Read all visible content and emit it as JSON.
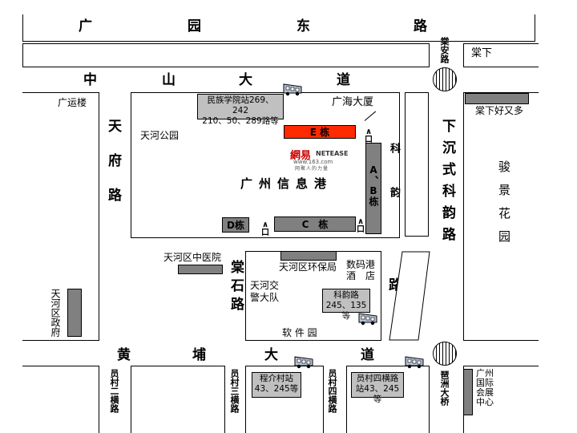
{
  "roads": {
    "guangyuan_east": [
      "广",
      "园",
      "东",
      "路"
    ],
    "zhongshan": [
      "中",
      "山",
      "大",
      "道"
    ],
    "huangpu": [
      "黄",
      "埔",
      "大",
      "道"
    ],
    "tianfu": "天府路",
    "changshi": "棠石路",
    "keyun_north": "科韵",
    "keyun_south": "路",
    "xiachen": "下沉式科韵路",
    "changan": "棠安路",
    "yuancun2": "员村二横路",
    "yuancun3": "员村三横路",
    "yuancun4": "员村四横路",
    "zhouzhou": "琶洲大桥"
  },
  "places": {
    "changxia": "棠下",
    "guangyun": "广运楼",
    "guanghai": "广海大厦",
    "tianhe_park": "天河公园",
    "changxia_haoyouduo": "棠下好又多",
    "junjing": "骏景花园",
    "info_port": "广州信息港",
    "tcm_hospital": "天河区中医院",
    "epb": "天河区环保局",
    "digital_hotel_1": "数码港",
    "digital_hotel_2": "酒　店",
    "traffic_police_1": "天河交",
    "traffic_police_2": "警大队",
    "software_park": "软 件 园",
    "district_gov": "天河区政府",
    "expo_center": "广州国际会展中心"
  },
  "buildings": {
    "e": "E 栋",
    "ab": "A、B栋",
    "c": "C　栋",
    "d": "D栋"
  },
  "bus_stops": {
    "minzu_1": "民族学院站269、242",
    "minzu_2": "210、50、289路等",
    "keyun_1": "科韵路",
    "keyun_2": "245、135等",
    "chengjie_1": "程介村站",
    "chengjie_2": "43、245等",
    "yuancun4_1": "员村四横路",
    "yuancun4_2": "站43、245等"
  },
  "logo": {
    "chinese": "網易",
    "english": "NETEASE",
    "url": "www.163.com",
    "slogan": "网聚人的力量"
  },
  "colors": {
    "building": "#808080",
    "e_building": "#ff2a00",
    "bus_stop": "#c0c0c0",
    "logo_red": "#cc0000"
  }
}
